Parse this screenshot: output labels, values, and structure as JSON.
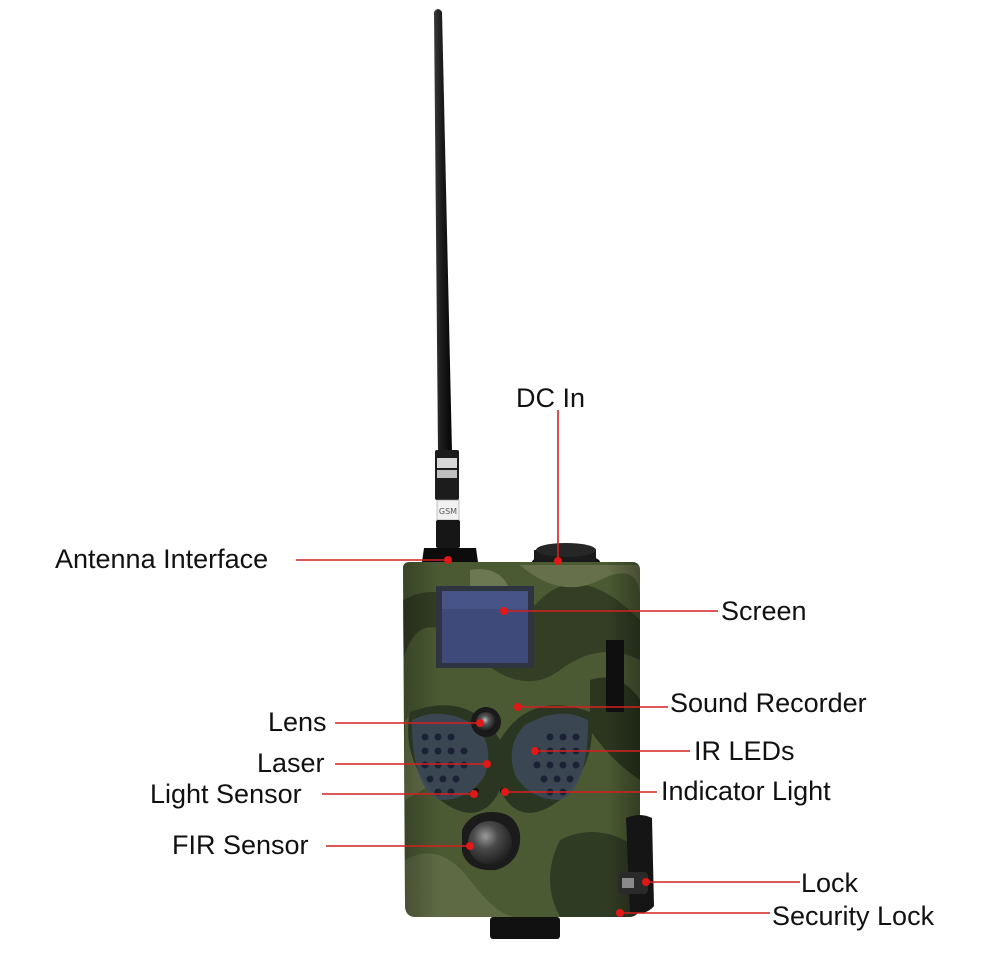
{
  "antenna": {
    "band_text": "GSM"
  },
  "labels": {
    "dc_in": "DC In",
    "antenna_interface": "Antenna Interface",
    "screen": "Screen",
    "sound_recorder": "Sound Recorder",
    "lens": "Lens",
    "ir_leds": "IR LEDs",
    "laser": "Laser",
    "light_sensor": "Light Sensor",
    "indicator_light": "Indicator Light",
    "fir_sensor": "FIR Sensor",
    "lock": "Lock",
    "security_lock": "Security Lock"
  },
  "colors": {
    "leader_line": "#d42020",
    "leader_dot": "#e01818",
    "camo_base": "#4b5a33",
    "screen": "#3d4a7a"
  }
}
